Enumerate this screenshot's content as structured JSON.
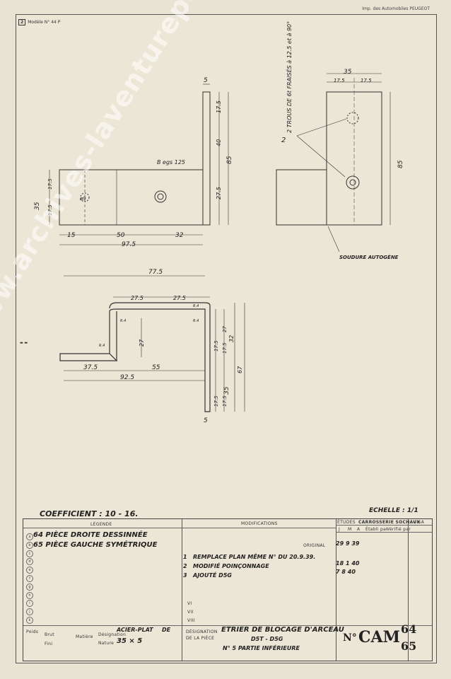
{
  "header": {
    "printer_note": "Imp. des Automobiles PEUGEOT",
    "model_box": "2",
    "model_label": "Modèle N° 44 P"
  },
  "drawing": {
    "thickness_top": "5",
    "thickness_bottom": "5",
    "side_dims": {
      "h1": "17.5",
      "h2": "40",
      "h3": "27.5",
      "total": "85"
    },
    "front_dims": {
      "h_a": "17.5",
      "h_b": "17.5",
      "total_h": "35",
      "w1": "15",
      "w2": "50",
      "w3": "32",
      "total_w": "97.5",
      "bolt_note": "B egs 125",
      "hole": "ø9"
    },
    "right_dims": {
      "w": "35",
      "w1": "17.5",
      "w2": "17.5",
      "h": "85",
      "holes_note": "2 TROUS DE 6t FRAISÉS à 12.5 et à 90°",
      "weld_note": "SOUDURE AUTOGÈNE",
      "ref": "2"
    },
    "bottom_dims": {
      "top_w": "77.5",
      "s1": "27.5",
      "s2": "27.5",
      "h27": "27",
      "mid": "55",
      "left": "37.5",
      "total": "92.5",
      "v1": "17.5",
      "v2": "17.5",
      "v3": "27",
      "v4": "32",
      "v5": "67",
      "v6": "35",
      "v7": "17.5",
      "v8": "17.5",
      "r1": "R.4",
      "r2": "R.4",
      "r3": "R.4",
      "r4": "R.4"
    }
  },
  "coefficient": "COEFFICIENT : 10 - 16.",
  "echelle": "ECHELLE : 1/1",
  "title_block": {
    "legende_label": "LÉGENDE",
    "modifications_label": "MODIFICATIONS",
    "original_label": "ORIGINAL",
    "legende_items": [
      "64 PIÈCE DROITE DESSINNÉE",
      "65 PIÈCE GAUCHE SYMÉTRIQUE"
    ],
    "circle_letters": [
      "a",
      "b",
      "c",
      "d",
      "e",
      "f",
      "g",
      "h",
      "i",
      "j",
      "k"
    ],
    "modifications": [
      "REMPLACE PLAN MÊME N° DU 20.9.39.",
      "MODIFIÉ POINÇONNAGE",
      "AJOUTÉ D5G"
    ],
    "mod_marks": [
      "1",
      "2",
      "3"
    ],
    "roman": [
      "VI",
      "VII",
      "VIII"
    ],
    "etudes_label": "ÉTUDES",
    "carrosserie_label": "CARROSSERIE SOCHAUX",
    "cols": [
      "J",
      "M",
      "A",
      "Établi par",
      "Vérifié par"
    ],
    "visa_label": "VISA",
    "date_rows": [
      [
        "29",
        "9",
        "39"
      ],
      [
        "18",
        "1",
        "40"
      ],
      [
        "7",
        "8",
        "40"
      ]
    ],
    "poids_label": "Poids",
    "brut_label": "Brut",
    "fini_label": "Fini",
    "matiere_label": "Matière",
    "designation_label": "Désignation",
    "nature_label": "Nature",
    "matiere_value": "ACIER-PLAT",
    "de_label": "DE",
    "dims_value": "35 × 5",
    "designation_side": "DÉSIGNATION DE LA PIÈCE",
    "designation_value": "ETRIER DE BLOCAGE D'ARCEAU",
    "designation_sub": "D5T - D5G",
    "designation_sub2": "N° 5 PARTIE INFÉRIEURE",
    "number_prefix": "N°",
    "number_code": "CAM",
    "number_top": "64",
    "number_bottom": "65"
  },
  "watermark": "www.archives-laventurepeugeotcitroends.com"
}
